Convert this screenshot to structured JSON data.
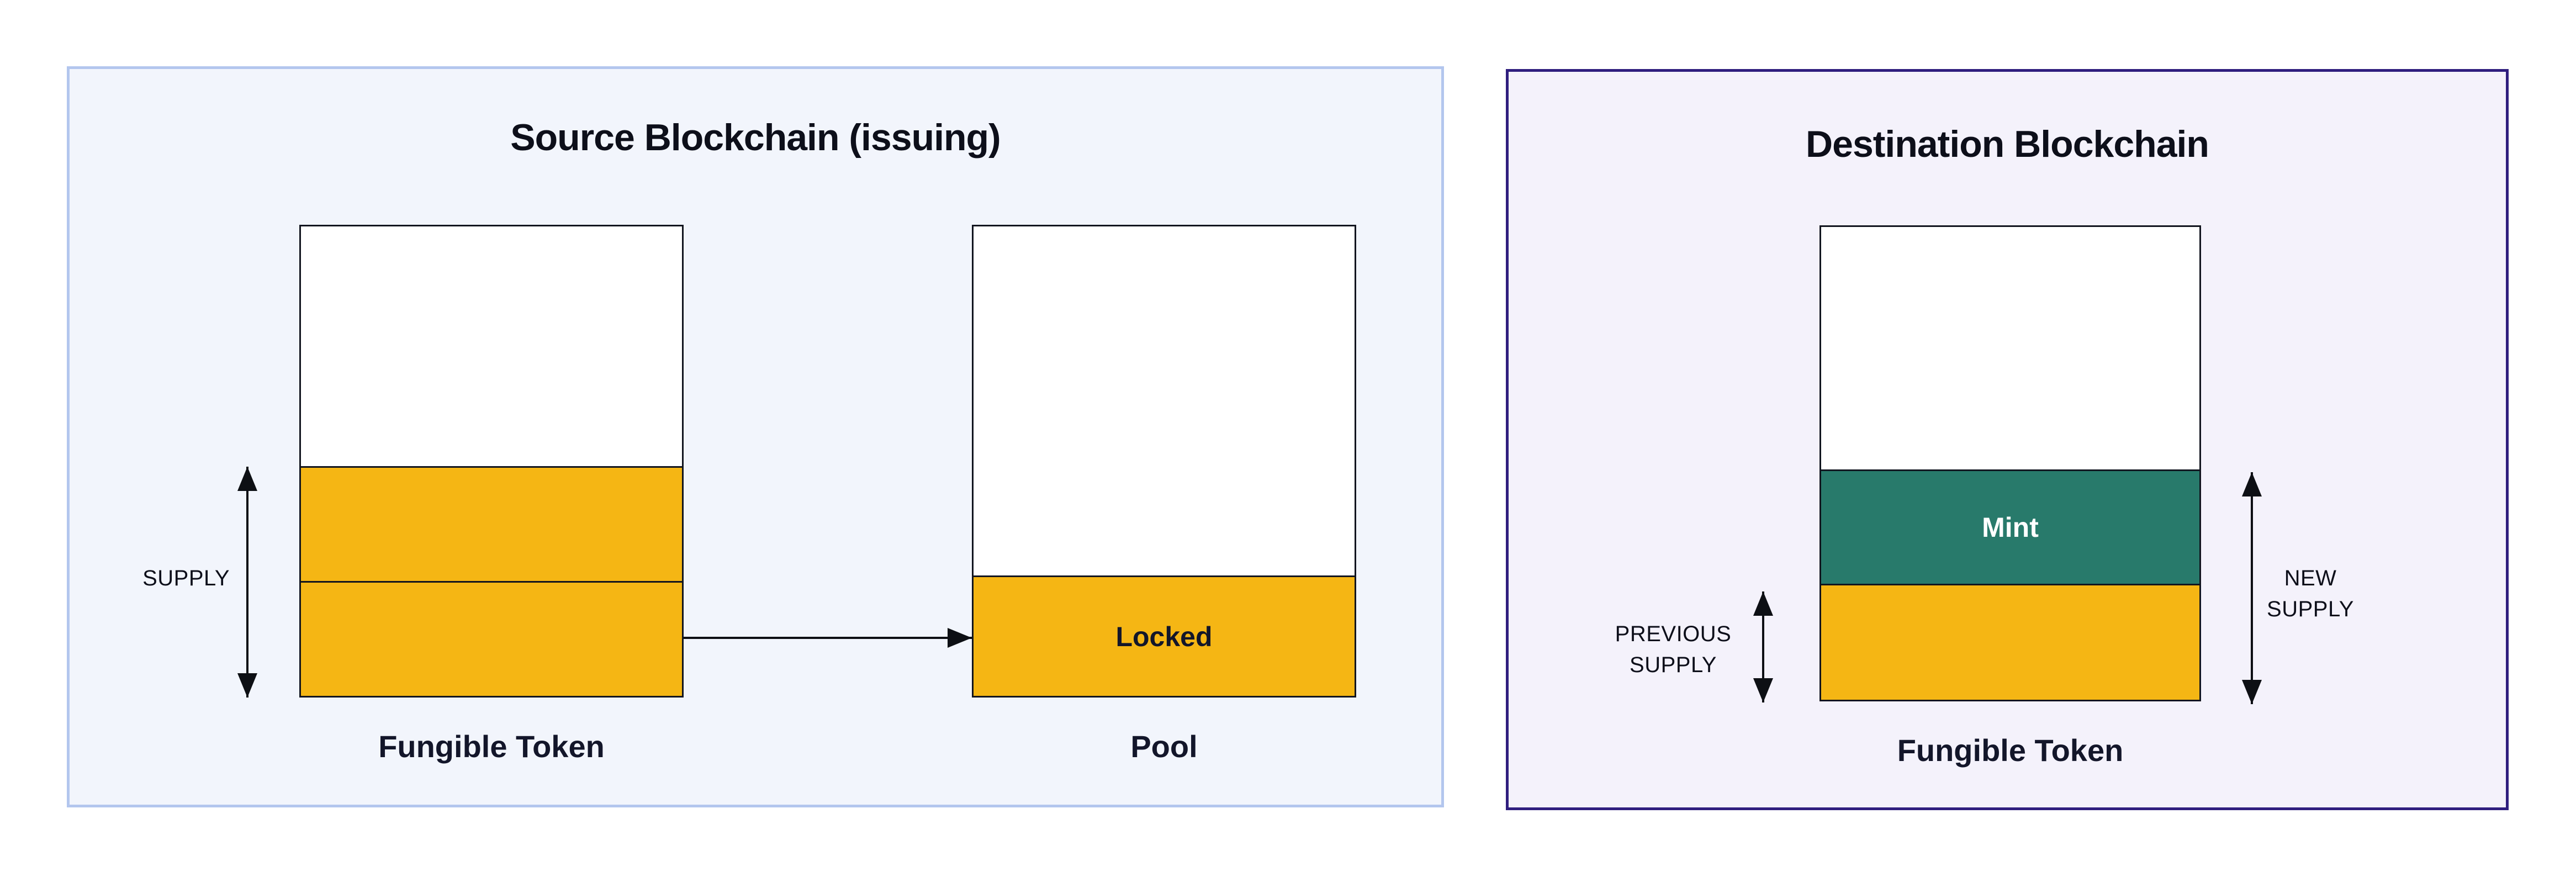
{
  "colors": {
    "page_bg": "#ffffff",
    "source_panel_bg": "#f2f5fc",
    "source_panel_border": "#b3c6ee",
    "destination_panel_bg": "#f4f2fb",
    "destination_panel_border": "#2f1e7e",
    "token_orange": "#f5b614",
    "mint_teal": "#287a6b",
    "outline_ink": "#12151f",
    "arrow_ink": "#0d0f14",
    "title_ink": "#0d0f1a",
    "text_dark": "#13162a",
    "mint_text": "#ffffff"
  },
  "source_panel": {
    "title": "Source Blockchain (issuing)",
    "supply_label": "SUPPLY",
    "fungible_token_label": "Fungible Token",
    "locked_label": "Locked",
    "pool_label": "Pool"
  },
  "destination_panel": {
    "title": "Destination Blockchain",
    "previous_supply_label": {
      "line1": "PREVIOUS",
      "line2": "SUPPLY"
    },
    "new_supply_label": {
      "line1": "NEW",
      "line2": "SUPPLY"
    },
    "mint_label": "Mint",
    "fungible_token_label": "Fungible Token"
  }
}
